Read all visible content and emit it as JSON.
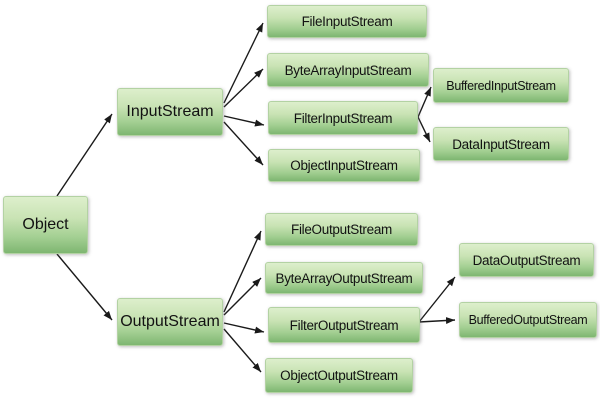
{
  "diagram": {
    "type": "class-hierarchy",
    "background": "#ffffff",
    "colors": {
      "box_gradient_top": "#ddefcc",
      "box_gradient_bottom": "#7eb671",
      "box_border": "#b3d2a3",
      "text": "#121212",
      "arrow": "#1a1a1a"
    },
    "nodes": {
      "object": "Object",
      "input_stream": "InputStream",
      "output_stream": "OutputStream",
      "file_input_stream": "FileInputStream",
      "byte_array_input_stream": "ByteArrayInputStream",
      "filter_input_stream": "FilterInputStream",
      "object_input_stream": "ObjectInputStream",
      "buffered_input_stream": "BufferedInputStream",
      "data_input_stream": "DataInputStream",
      "file_output_stream": "FileOutputStream",
      "byte_array_output_stream": "ByteArrayOutputStream",
      "filter_output_stream": "FilterOutputStream",
      "object_output_stream": "ObjectOutputStream",
      "data_output_stream": "DataOutputStream",
      "buffered_output_stream": "BufferedOutputStream"
    },
    "edges": [
      {
        "from": "Object",
        "to": "InputStream"
      },
      {
        "from": "Object",
        "to": "OutputStream"
      },
      {
        "from": "InputStream",
        "to": "FileInputStream"
      },
      {
        "from": "InputStream",
        "to": "ByteArrayInputStream"
      },
      {
        "from": "InputStream",
        "to": "FilterInputStream"
      },
      {
        "from": "InputStream",
        "to": "ObjectInputStream"
      },
      {
        "from": "FilterInputStream",
        "to": "BufferedInputStream"
      },
      {
        "from": "FilterInputStream",
        "to": "DataInputStream"
      },
      {
        "from": "OutputStream",
        "to": "FileOutputStream"
      },
      {
        "from": "OutputStream",
        "to": "ByteArrayOutputStream"
      },
      {
        "from": "OutputStream",
        "to": "FilterOutputStream"
      },
      {
        "from": "OutputStream",
        "to": "ObjectOutputStream"
      },
      {
        "from": "FilterOutputStream",
        "to": "DataOutputStream"
      },
      {
        "from": "FilterOutputStream",
        "to": "BufferedOutputStream"
      }
    ]
  }
}
